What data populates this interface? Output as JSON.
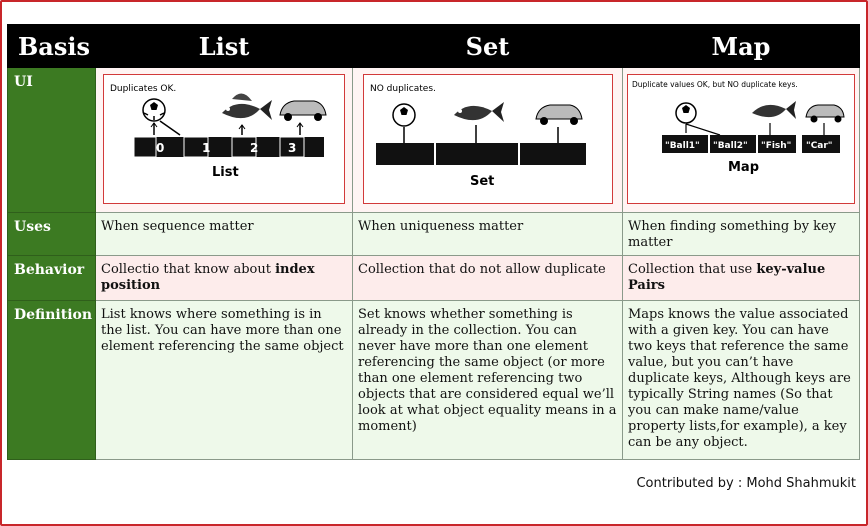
{
  "header": {
    "basis": "Basis",
    "list": "List",
    "set": "Set",
    "map": "Map"
  },
  "rows": {
    "ui": {
      "label": "UI",
      "list": {
        "caption": "Duplicates OK.",
        "indices": [
          "0",
          "1",
          "2",
          "3"
        ],
        "title": "List"
      },
      "set": {
        "caption": "NO duplicates.",
        "title": "Set"
      },
      "map": {
        "caption": "Duplicate values OK, but NO duplicate keys.",
        "keys": [
          "\"Ball1\"",
          "\"Ball2\"",
          "\"Fish\"",
          "\"Car\""
        ],
        "title": "Map"
      }
    },
    "uses": {
      "label": "Uses",
      "list": "When sequence matter",
      "set": "When uniqueness matter",
      "map": "When finding something by key matter"
    },
    "behavior": {
      "label": "Behavior",
      "list_pre": "Collectio that know about ",
      "list_bold": "index position",
      "set": "Collection that do not allow duplicate",
      "map_pre": "Collection that use ",
      "map_bold": "key-value Pairs"
    },
    "definition": {
      "label": "Definition",
      "list": "List knows where something is in the list. You can have more than one element referencing the same object",
      "set": "Set knows whether something is already in the collection. You can never have more than one element referencing the same object (or more than one element referencing two objects that are considered equal we’ll look at what object equality means in a moment)",
      "map": "Maps knows the value associated with a given key. You can have two keys that reference the same value, but you can’t have duplicate keys, Although keys are typically String names (So that you can make name/value property lists,for example), a key can be any object."
    }
  },
  "footer": {
    "credit": "Contributed by : Mohd Shahmukit"
  },
  "colors": {
    "header_bg": "#000000",
    "label_bg": "#3c7a22",
    "pink_row": "#fdeceb",
    "green_row": "#eef9ea",
    "frame": "#c8262a"
  }
}
